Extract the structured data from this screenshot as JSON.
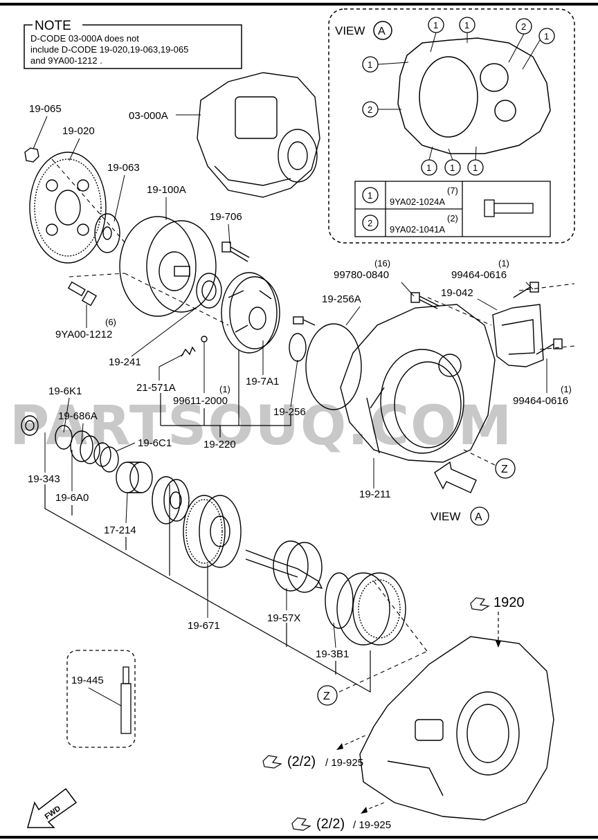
{
  "note": {
    "title": "NOTE",
    "lines": [
      "D-CODE 03-000A does not",
      "include D-CODE 19-020,19-063,19-065",
      "and 9YA00-1212 ."
    ]
  },
  "view_a_box": {
    "title": "VIEW",
    "circle": "A",
    "table": [
      {
        "num": "1",
        "qty": "(7)",
        "part": "9YA02-1024A"
      },
      {
        "num": "2",
        "qty": "(2)",
        "part": "9YA02-1041A"
      }
    ],
    "callouts": [
      "1",
      "1",
      "2",
      "1",
      "1",
      "2",
      "1",
      "1",
      "1"
    ]
  },
  "parts": {
    "p03000A": "03-000A",
    "p19065": "19-065",
    "p19020": "19-020",
    "p19063": "19-063",
    "p19100A": "19-100A",
    "p19706": "19-706",
    "p9YA001212": "9YA00-1212",
    "p9YA001212_qty": "(6)",
    "p19241": "19-241",
    "p21571A": "21-571A",
    "p996112000": "99611-2000",
    "p996112000_qty": "(1)",
    "p197A1": "19-7A1",
    "p19256": "19-256",
    "p19220": "19-220",
    "p19256A": "19-256A",
    "p997800840": "99780-0840",
    "p997800840_qty": "(16)",
    "p994640616a": "99464-0616",
    "p994640616a_qty": "(1)",
    "p19042": "19-042",
    "p994640616b": "99464-0616",
    "p994640616b_qty": "(1)",
    "p196K1": "19-6K1",
    "p19686A": "19-686A",
    "p196C1": "19-6C1",
    "p19343": "19-343",
    "p196A0": "19-6A0",
    "p17214": "17-214",
    "p19211": "19-211",
    "p19671": "19-671",
    "p1957X": "19-57X",
    "p193B1": "19-3B1",
    "p19445": "19-445"
  },
  "view_a_marker": {
    "label": "VIEW",
    "circle": "A"
  },
  "z_marker": "Z",
  "refs": {
    "ref1920": "1920",
    "ref_a_page": "(2/2)",
    "ref_a_code": "/ 19-925",
    "ref_b_page": "(2/2)",
    "ref_b_code": "/ 19-925"
  },
  "fwd": "FWD",
  "watermark": "PARTSOUQ.COM"
}
